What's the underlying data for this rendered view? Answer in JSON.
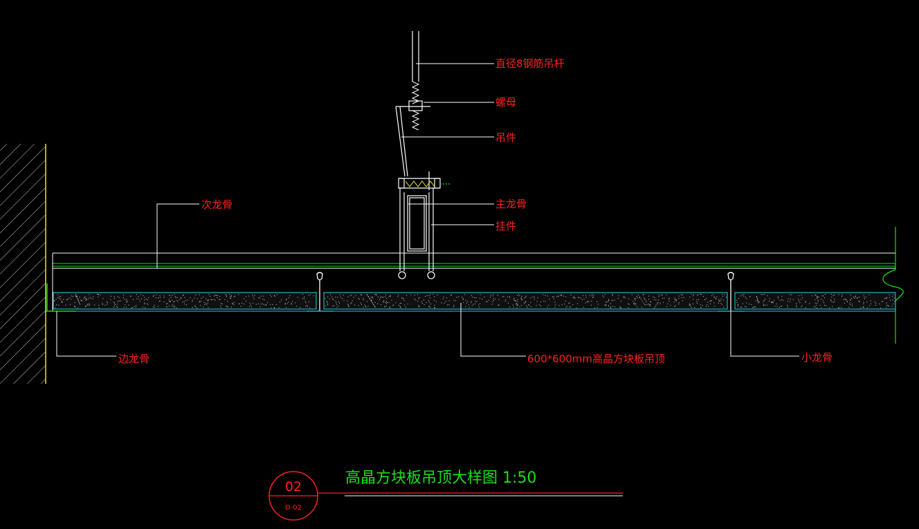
{
  "labels": {
    "rod": "直径8钢筋吊杆",
    "nut": "螺母",
    "hanger": "吊件",
    "main_keel": "主龙骨",
    "clip": "挂件",
    "secondary_keel": "次龙骨",
    "edge_keel": "边龙骨",
    "panel": "600*600mm高晶方块板吊顶",
    "small_keel": "小龙骨"
  },
  "title": {
    "text": "高晶方块板吊顶大样图 1:50",
    "bubble_number": "02",
    "bubble_sheet": "D-02"
  },
  "colors": {
    "background": "#000000",
    "label": "#ff2020",
    "title": "#18e018",
    "line_white": "#ffffff",
    "line_green": "#18e018",
    "line_cyan": "#20d8e8",
    "wall": "#e8e830"
  }
}
